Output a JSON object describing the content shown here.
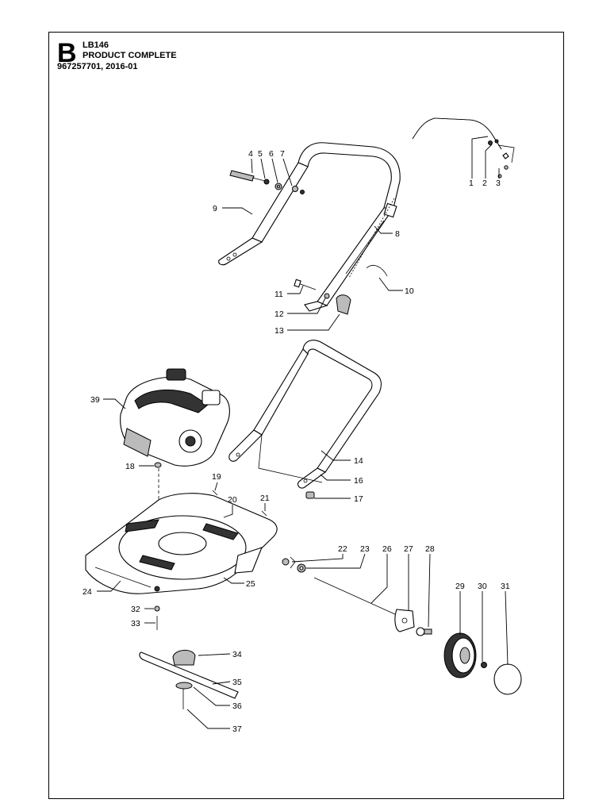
{
  "header": {
    "section_letter": "B",
    "model": "LB146",
    "subtitle": "PRODUCT COMPLETE",
    "doc_ref": "967257701, 2016-01"
  },
  "callouts": [
    {
      "id": "c1",
      "label": "1"
    },
    {
      "id": "c2",
      "label": "2"
    },
    {
      "id": "c3",
      "label": "3"
    },
    {
      "id": "c4",
      "label": "4"
    },
    {
      "id": "c5",
      "label": "5"
    },
    {
      "id": "c6",
      "label": "6"
    },
    {
      "id": "c7",
      "label": "7"
    },
    {
      "id": "c8",
      "label": "8"
    },
    {
      "id": "c9",
      "label": "9"
    },
    {
      "id": "c10",
      "label": "10"
    },
    {
      "id": "c11",
      "label": "11"
    },
    {
      "id": "c12",
      "label": "12"
    },
    {
      "id": "c13",
      "label": "13"
    },
    {
      "id": "c14",
      "label": "14"
    },
    {
      "id": "c16",
      "label": "16"
    },
    {
      "id": "c17",
      "label": "17"
    },
    {
      "id": "c18",
      "label": "18"
    },
    {
      "id": "c19",
      "label": "19"
    },
    {
      "id": "c20",
      "label": "20"
    },
    {
      "id": "c21",
      "label": "21"
    },
    {
      "id": "c22",
      "label": "22"
    },
    {
      "id": "c23",
      "label": "23"
    },
    {
      "id": "c24",
      "label": "24"
    },
    {
      "id": "c25",
      "label": "25"
    },
    {
      "id": "c26",
      "label": "26"
    },
    {
      "id": "c27",
      "label": "27"
    },
    {
      "id": "c28",
      "label": "28"
    },
    {
      "id": "c29",
      "label": "29"
    },
    {
      "id": "c30",
      "label": "30"
    },
    {
      "id": "c31",
      "label": "31"
    },
    {
      "id": "c32",
      "label": "32"
    },
    {
      "id": "c33",
      "label": "33"
    },
    {
      "id": "c34",
      "label": "34"
    },
    {
      "id": "c35",
      "label": "35"
    },
    {
      "id": "c36",
      "label": "36"
    },
    {
      "id": "c37",
      "label": "37"
    },
    {
      "id": "c39",
      "label": "39"
    }
  ]
}
